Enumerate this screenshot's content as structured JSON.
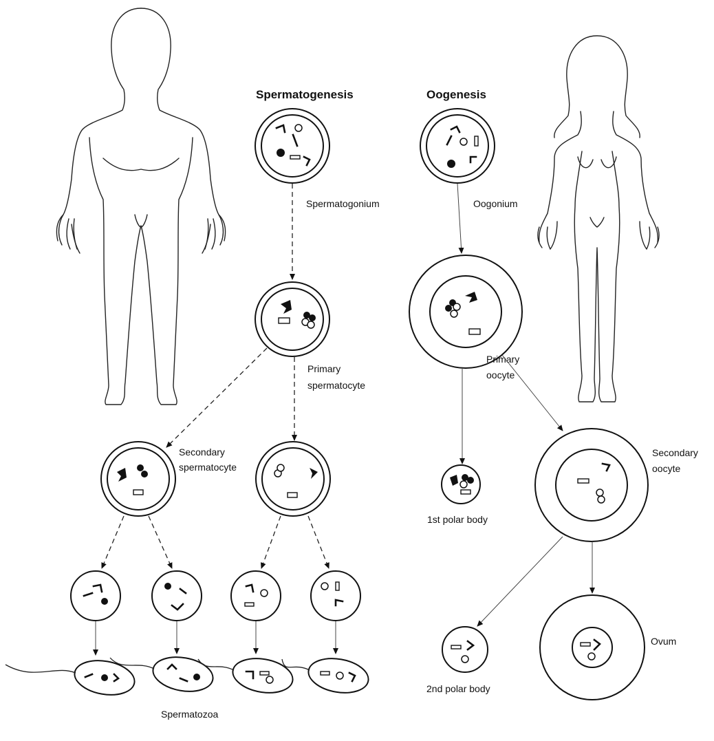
{
  "titles": {
    "spermatogenesis": "Spermatogenesis",
    "oogenesis": "Oogenesis"
  },
  "labels": {
    "spermatogonium": "Spermatogonium",
    "primary_spermatocyte": [
      "Primary",
      "spermatocyte"
    ],
    "secondary_spermatocyte": [
      "Secondary",
      "spermatocyte"
    ],
    "spermatozoa": "Spermatozoa",
    "oogonium": "Oogonium",
    "primary_oocyte": [
      "Primary",
      "oocyte"
    ],
    "secondary_oocyte": [
      "Secondary",
      "oocyte"
    ],
    "first_polar_body": "1st polar body",
    "second_polar_body": "2nd polar body",
    "ovum": "Ovum"
  },
  "colors": {
    "ink": "#111111",
    "background": "#ffffff"
  }
}
